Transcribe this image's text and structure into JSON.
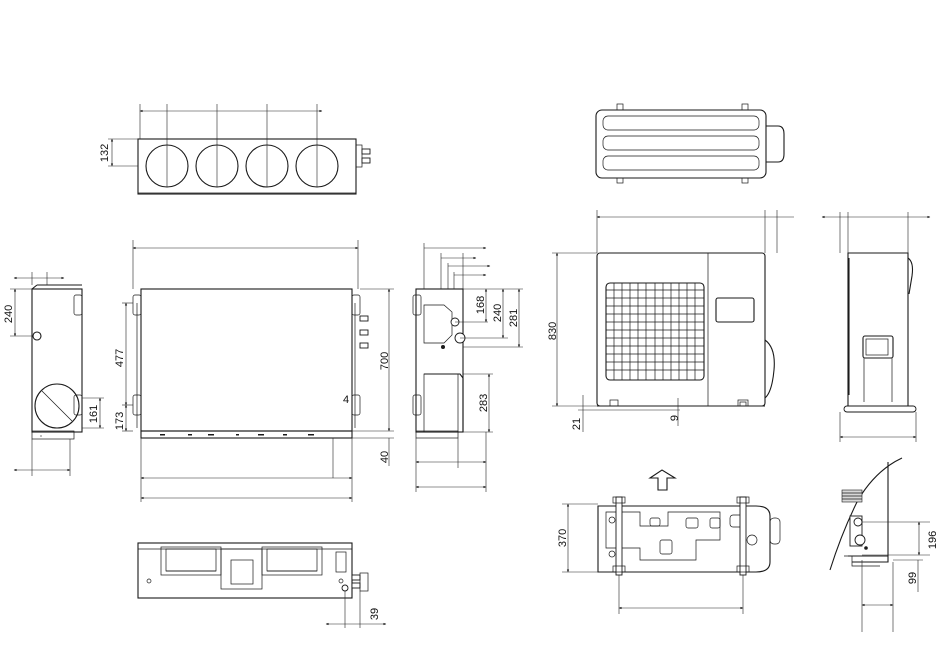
{
  "dimensions": {
    "indoor_top_height": "132",
    "indoor_side_left_240": "240",
    "indoor_side_left_477": "477",
    "indoor_side_left_161": "161",
    "indoor_side_left_173": "173",
    "indoor_front_700": "700",
    "indoor_front_40": "40",
    "indoor_right_168": "168",
    "indoor_right_240": "240",
    "indoor_right_281": "281",
    "indoor_right_283": "283",
    "indoor_bottom_39": "39",
    "outdoor_front_830": "830",
    "outdoor_front_21": "21",
    "outdoor_front_9": "9",
    "outdoor_base_370": "370",
    "outdoor_detail_196": "196",
    "outdoor_detail_99": "99"
  }
}
